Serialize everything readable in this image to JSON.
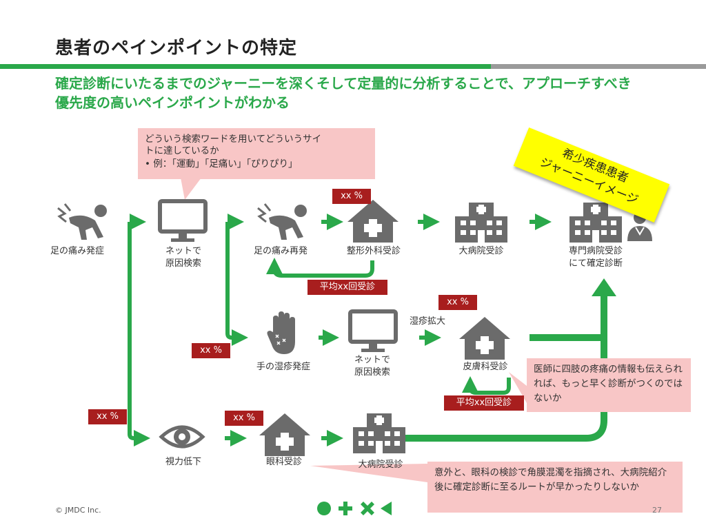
{
  "slide": {
    "title": "患者のペインポイントの特定",
    "subtitle": "確定診断にいたるまでのジャーニーを深くそして定量的に分析することで、アプローチすべき優先度の高いペインポイントがわかる",
    "sticky_line1": "希少疾患患者",
    "sticky_line2": "ジャーニーイメージ",
    "footer": "© JMDC Inc.",
    "page_number": "27"
  },
  "notes": {
    "search_line1": "どういう検索ワードを用いてどういうサイ",
    "search_line2": "トに達しているか",
    "search_line3": "• 例：「運動」「足痛い」「ぴりぴり」",
    "derm": "医師に四肢の疼痛の情報も伝えられれば、もっと早く診断がつくのではないか",
    "eye": "意外と、眼科の検診で角膜混濁を指摘され、大病院紹介後に確定診断に至るルートが早かったりしないか"
  },
  "nodes": {
    "foot_onset": "足の痛み発症",
    "net_search_1a": "ネットで",
    "net_search_1b": "原因検索",
    "foot_relapse": "足の痛み再発",
    "ortho": "整形外科受診",
    "big_hospital_1": "大病院受診",
    "specialist_a": "専門病院受診",
    "specialist_b": "にて確定診断",
    "hand_rash": "手の湿疹発症",
    "net_search_2a": "ネットで",
    "net_search_2b": "原因検索",
    "rash_spread": "湿疹拡大",
    "derm": "皮膚科受診",
    "vision_loss": "視力低下",
    "eye_clinic": "眼科受診",
    "big_hospital_2": "大病院受診"
  },
  "badges": {
    "ortho_pct": "xx %",
    "ortho_visits": "平均xx回受診",
    "derm_pct": "xx %",
    "derm_visits": "平均xx回受診",
    "hand_pct": "xx %",
    "vision_pct": "xx %",
    "eye_pct": "xx %"
  },
  "colors": {
    "green": "#2aa84a",
    "gray_icon": "#6b6b6b",
    "badge_red": "#a81e1e",
    "note_pink": "#f8c6c6",
    "sticky_yellow": "#ffff00"
  },
  "icons": [
    "pain-person-icon",
    "monitor-icon",
    "house-clinic-icon",
    "hospital-building-icon",
    "doctor-icon",
    "hand-rash-icon",
    "eye-icon"
  ]
}
